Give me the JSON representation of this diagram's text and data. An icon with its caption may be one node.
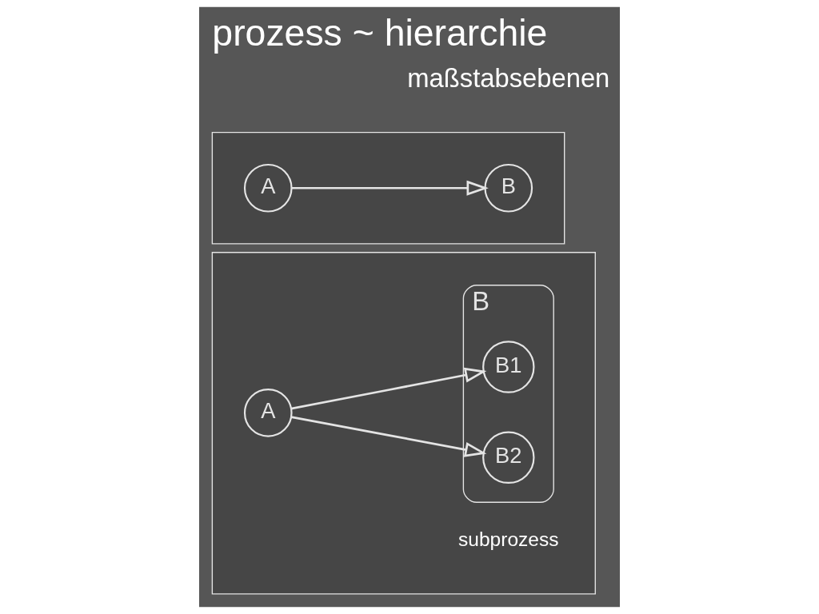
{
  "diagram": {
    "title": "prozess ~ hierarchie",
    "nodes": [
      {
        "text": [],
        "shape": "box"
      },
      {
        "text": [
          "A"
        ],
        "in": 0
      },
      {
        "text": [
          "B"
        ],
        "in": 0
      },
      {
        "text": [],
        "shape": "box"
      },
      {
        "text": [
          "A"
        ],
        "in": 3
      },
      {
        "text": [
          "B"
        ],
        "in": 3,
        "beside": [
          "subprozess"
        ]
      },
      {
        "text": [
          "B1"
        ],
        "in": 5
      },
      {
        "text": [
          "B2"
        ],
        "in": 5
      }
    ],
    "edges": [
      {
        "from": 1,
        "to": 2,
        "arrow": "to"
      },
      {
        "from": 4,
        "to": 6,
        "arrow": "to"
      },
      {
        "from": 4,
        "to": 7,
        "arrow": "to"
      }
    ],
    "labels": [
      "maßstabsebenen"
    ]
  }
}
